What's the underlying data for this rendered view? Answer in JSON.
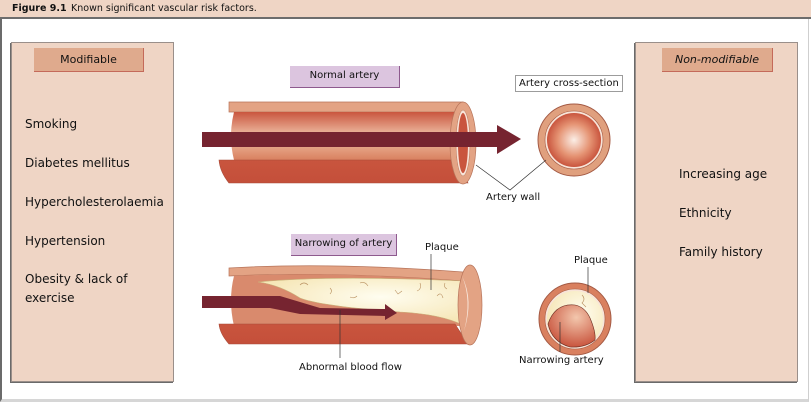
{
  "caption": {
    "figure_number": "Figure 9.1",
    "title": "Known significant vascular risk factors."
  },
  "modifiable": {
    "heading": "Modifiable",
    "items": [
      "Smoking",
      "Diabetes mellitus",
      "Hypercholesterolaemia",
      "Hypertension",
      "Obesity & lack of",
      "exercise"
    ]
  },
  "non_modifiable": {
    "heading": "Non-modifiable",
    "items": [
      "Increasing age",
      "Ethnicity",
      "Family history"
    ]
  },
  "illustration": {
    "normal_label": "Normal artery",
    "cross_section_label": "Artery cross-section",
    "artery_wall_label": "Artery wall",
    "narrowing_label": "Narrowing of artery",
    "plaque_label_long": "Plaque",
    "plaque_label_cross": "Plaque",
    "abnormal_flow_label": "Abnormal blood flow",
    "narrowing_artery_label": "Narrowing artery",
    "colors": {
      "wall_outer": "#e0a07e",
      "wall_dark": "#c9553e",
      "blood_arrow": "#762430",
      "plaque": "#fbf3d2",
      "panel": "#efd5c5",
      "tag": "#dfaa8d",
      "purple_label": "#dcc5df"
    }
  }
}
